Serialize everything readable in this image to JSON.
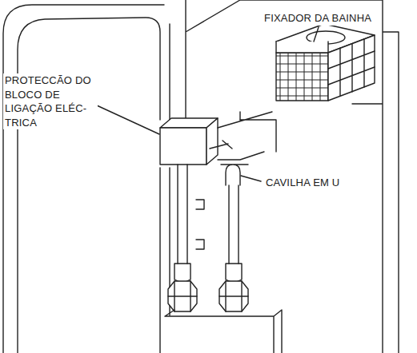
{
  "diagram": {
    "labels": [
      "FIXADOR DA BAINHA",
      "PROTECCÃO DO BLOCO DE LIGAÇÃO ELÉC- TRICA",
      "CAVILHA EM U"
    ]
  }
}
